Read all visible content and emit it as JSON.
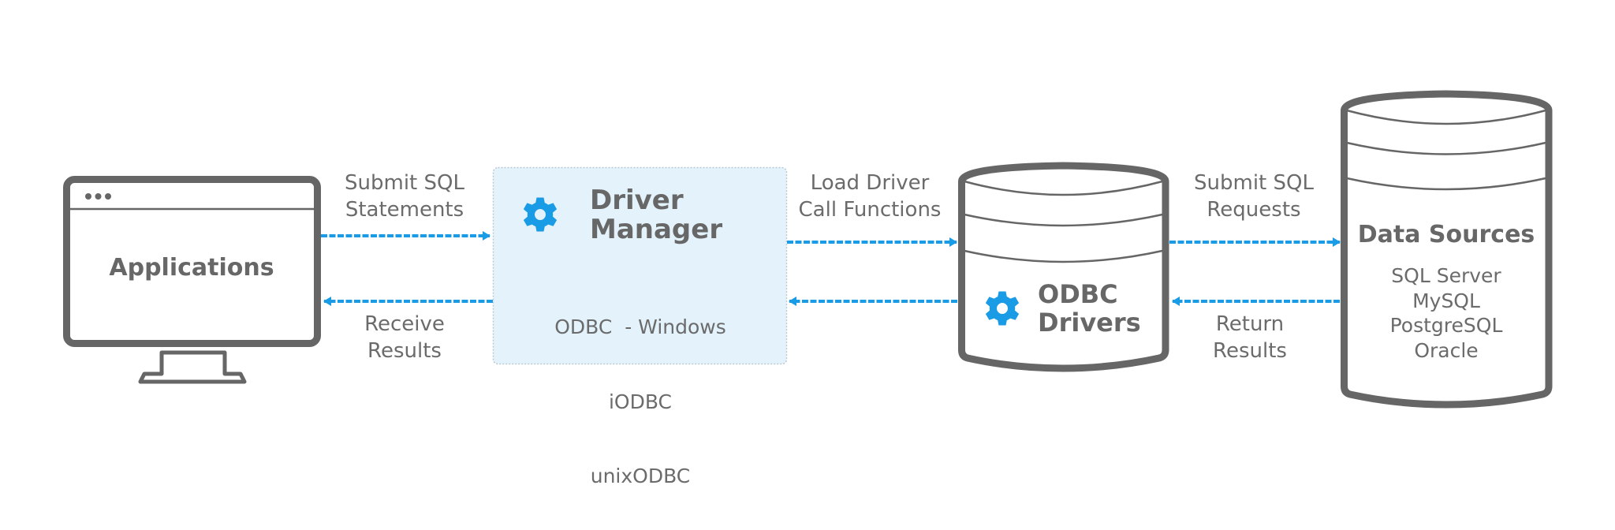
{
  "colors": {
    "stroke": "#666666",
    "accent": "#1a9be6",
    "manager_fill": "#e3f2fb",
    "manager_border": "#b9c9d3",
    "text": "#6b6b6b"
  },
  "nodes": {
    "applications": {
      "title": "Applications",
      "icon": "monitor-icon"
    },
    "driver_manager": {
      "title_line1": "Driver",
      "title_line2": "Manager",
      "icon": "gear-icon",
      "items": [
        "ODBC  - Windows",
        "iODBC",
        "unixODBC"
      ]
    },
    "odbc_drivers": {
      "title_line1": "ODBC",
      "title_line2": "Drivers",
      "icon": "gear-icon",
      "shape": "database-cylinder-icon"
    },
    "data_sources": {
      "title": "Data Sources",
      "shape": "database-cylinder-icon",
      "items": [
        "SQL Server",
        "MySQL",
        "PostgreSQL",
        "Oracle"
      ]
    }
  },
  "edges": [
    {
      "from": "applications",
      "to": "driver_manager",
      "direction": "forward",
      "label": [
        "Submit SQL",
        "Statements"
      ]
    },
    {
      "from": "driver_manager",
      "to": "applications",
      "direction": "backward",
      "label": [
        "Receive",
        "Results"
      ]
    },
    {
      "from": "driver_manager",
      "to": "odbc_drivers",
      "direction": "forward",
      "label": [
        "Load Driver",
        "Call Functions"
      ]
    },
    {
      "from": "odbc_drivers",
      "to": "driver_manager",
      "direction": "backward",
      "label": []
    },
    {
      "from": "odbc_drivers",
      "to": "data_sources",
      "direction": "forward",
      "label": [
        "Submit SQL",
        "Requests"
      ]
    },
    {
      "from": "data_sources",
      "to": "odbc_drivers",
      "direction": "backward",
      "label": [
        "Return",
        "Results"
      ]
    }
  ]
}
